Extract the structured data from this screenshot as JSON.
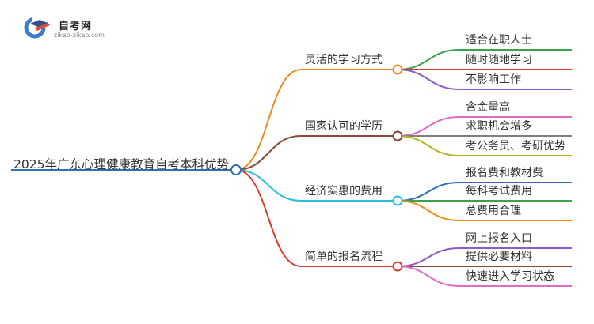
{
  "logo": {
    "name": "自考网",
    "url": "zikao-zikao.com",
    "icon": "graduation-cap-icon"
  },
  "root": {
    "label": "2025年广东心理健康教育自考本科优势",
    "color": "#2f6fb4"
  },
  "branches": [
    {
      "label": "灵活的学习方式",
      "color": "#f08a1c",
      "leaves": [
        {
          "label": "适合在职人士",
          "color": "#3aa34a"
        },
        {
          "label": "随时随地学习",
          "color": "#d63c2f"
        },
        {
          "label": "不影响工作",
          "color": "#8e5bc4"
        }
      ]
    },
    {
      "label": "国家认可的学历",
      "color": "#8b4a3a",
      "leaves": [
        {
          "label": "含金量高",
          "color": "#e06bc7"
        },
        {
          "label": "求职机会增多",
          "color": "#7f7f7f"
        },
        {
          "label": "考公务员、考研优势",
          "color": "#b5b51f"
        }
      ]
    },
    {
      "label": "经济实惠的费用",
      "color": "#27c0d8",
      "leaves": [
        {
          "label": "报名费和教材费",
          "color": "#2f6fb4"
        },
        {
          "label": "每科考试费用",
          "color": "#3aa34a"
        },
        {
          "label": "总费用合理",
          "color": "#f08a1c"
        }
      ]
    },
    {
      "label": "简单的报名流程",
      "color": "#d63c2f",
      "leaves": [
        {
          "label": "网上报名入口",
          "color": "#8e5bc4"
        },
        {
          "label": "提供必要材料",
          "color": "#8b4a3a"
        },
        {
          "label": "快速进入学习状态",
          "color": "#e06bc7"
        }
      ]
    }
  ]
}
